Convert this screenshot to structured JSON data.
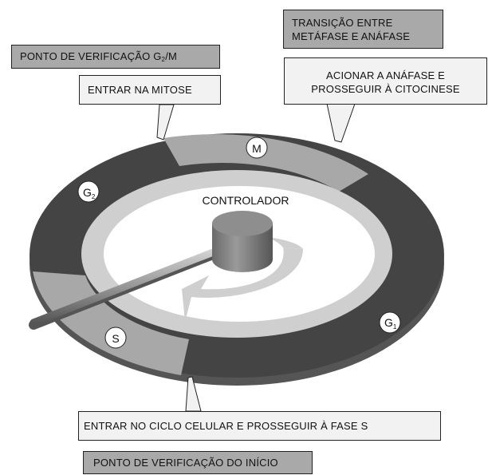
{
  "labels": {
    "checkpoint_g2m_prefix": "PONTO DE VERIFICAÇÃO G",
    "checkpoint_g2m_sub": "2",
    "checkpoint_g2m_suffix": "/M",
    "enter_mitosis": "ENTRAR NA MITOSE",
    "transition_line1": "TRANSIÇÃO ENTRE",
    "transition_line2": "METÁFASE E ANÁFASE",
    "trigger_line1": "ACIONAR A ANÁFASE E",
    "trigger_line2": "PROSSEGUIR À CITOCINESE",
    "controller": "CONTROLADOR",
    "enter_cycle": "ENTRAR NO CICLO CELULAR E PROSSEGUIR À FASE S",
    "checkpoint_start": "PONTO DE VERIFICAÇÃO DO INÍCIO"
  },
  "phases": {
    "m": "M",
    "g2_letter": "G",
    "g2_sub": "2",
    "g1_letter": "G",
    "g1_sub": "1",
    "s": "S"
  },
  "colors": {
    "ring_dark": "#444444",
    "ring_light": "#a8a8a8",
    "inner_disk": "#cfcfcf",
    "center_white": "#ffffff",
    "box_dark": "#a9a9a9",
    "box_light": "#f2f2f2"
  }
}
